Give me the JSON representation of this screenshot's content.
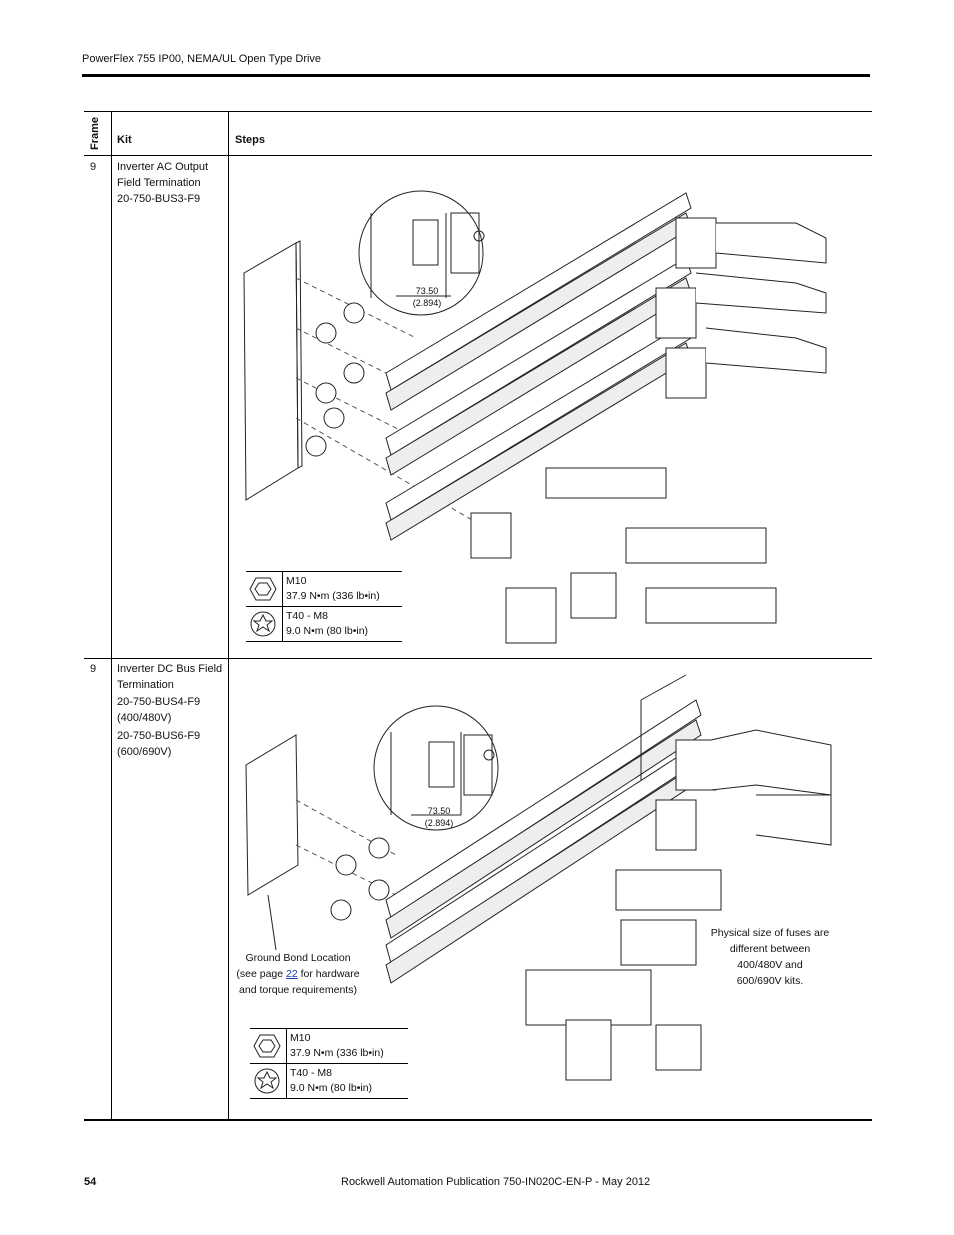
{
  "header": {
    "title": "PowerFlex 755 IP00, NEMA/UL Open Type Drive"
  },
  "table": {
    "columns": {
      "frame": "Frame",
      "kit": "Kit",
      "steps": "Steps"
    },
    "rows": [
      {
        "frame": "9",
        "kit_name": "Inverter AC Output Field Termination",
        "kit_codes": [
          "20-750-BUS3-F9"
        ],
        "dimension": {
          "mm": "73.50",
          "in": "(2.894)"
        },
        "torque": [
          {
            "icon": "hex-bolt-icon",
            "size": "M10",
            "value": "37.9 N•m (336 lb•in)"
          },
          {
            "icon": "torx-bolt-icon",
            "size": "T40 - M8",
            "value": "9.0 N•m (80 lb•in)"
          }
        ]
      },
      {
        "frame": "9",
        "kit_name": "Inverter DC Bus Field Termination",
        "kit_codes": [
          "20-750-BUS4-F9",
          "(400/480V)",
          "20-750-BUS6-F9",
          "(600/690V)"
        ],
        "dimension": {
          "mm": "73.50",
          "in": "(2.894)"
        },
        "ground_note": {
          "line1": "Ground Bond Location",
          "line2_pre": "(see page ",
          "page_link": "22",
          "line2_post": " for hardware",
          "line3": "and torque requirements)"
        },
        "fuse_note": [
          "Physical size of fuses are",
          "different between",
          "400/480V and",
          "600/690V kits."
        ],
        "torque": [
          {
            "icon": "hex-bolt-icon",
            "size": "M10",
            "value": "37.9 N•m (336 lb•in)"
          },
          {
            "icon": "torx-bolt-icon",
            "size": "T40 - M8",
            "value": "9.0 N•m (80 lb•in)"
          }
        ]
      }
    ]
  },
  "footer": {
    "page_number": "54",
    "publication": "Rockwell Automation Publication 750-IN020C-EN-P - May 2012"
  }
}
